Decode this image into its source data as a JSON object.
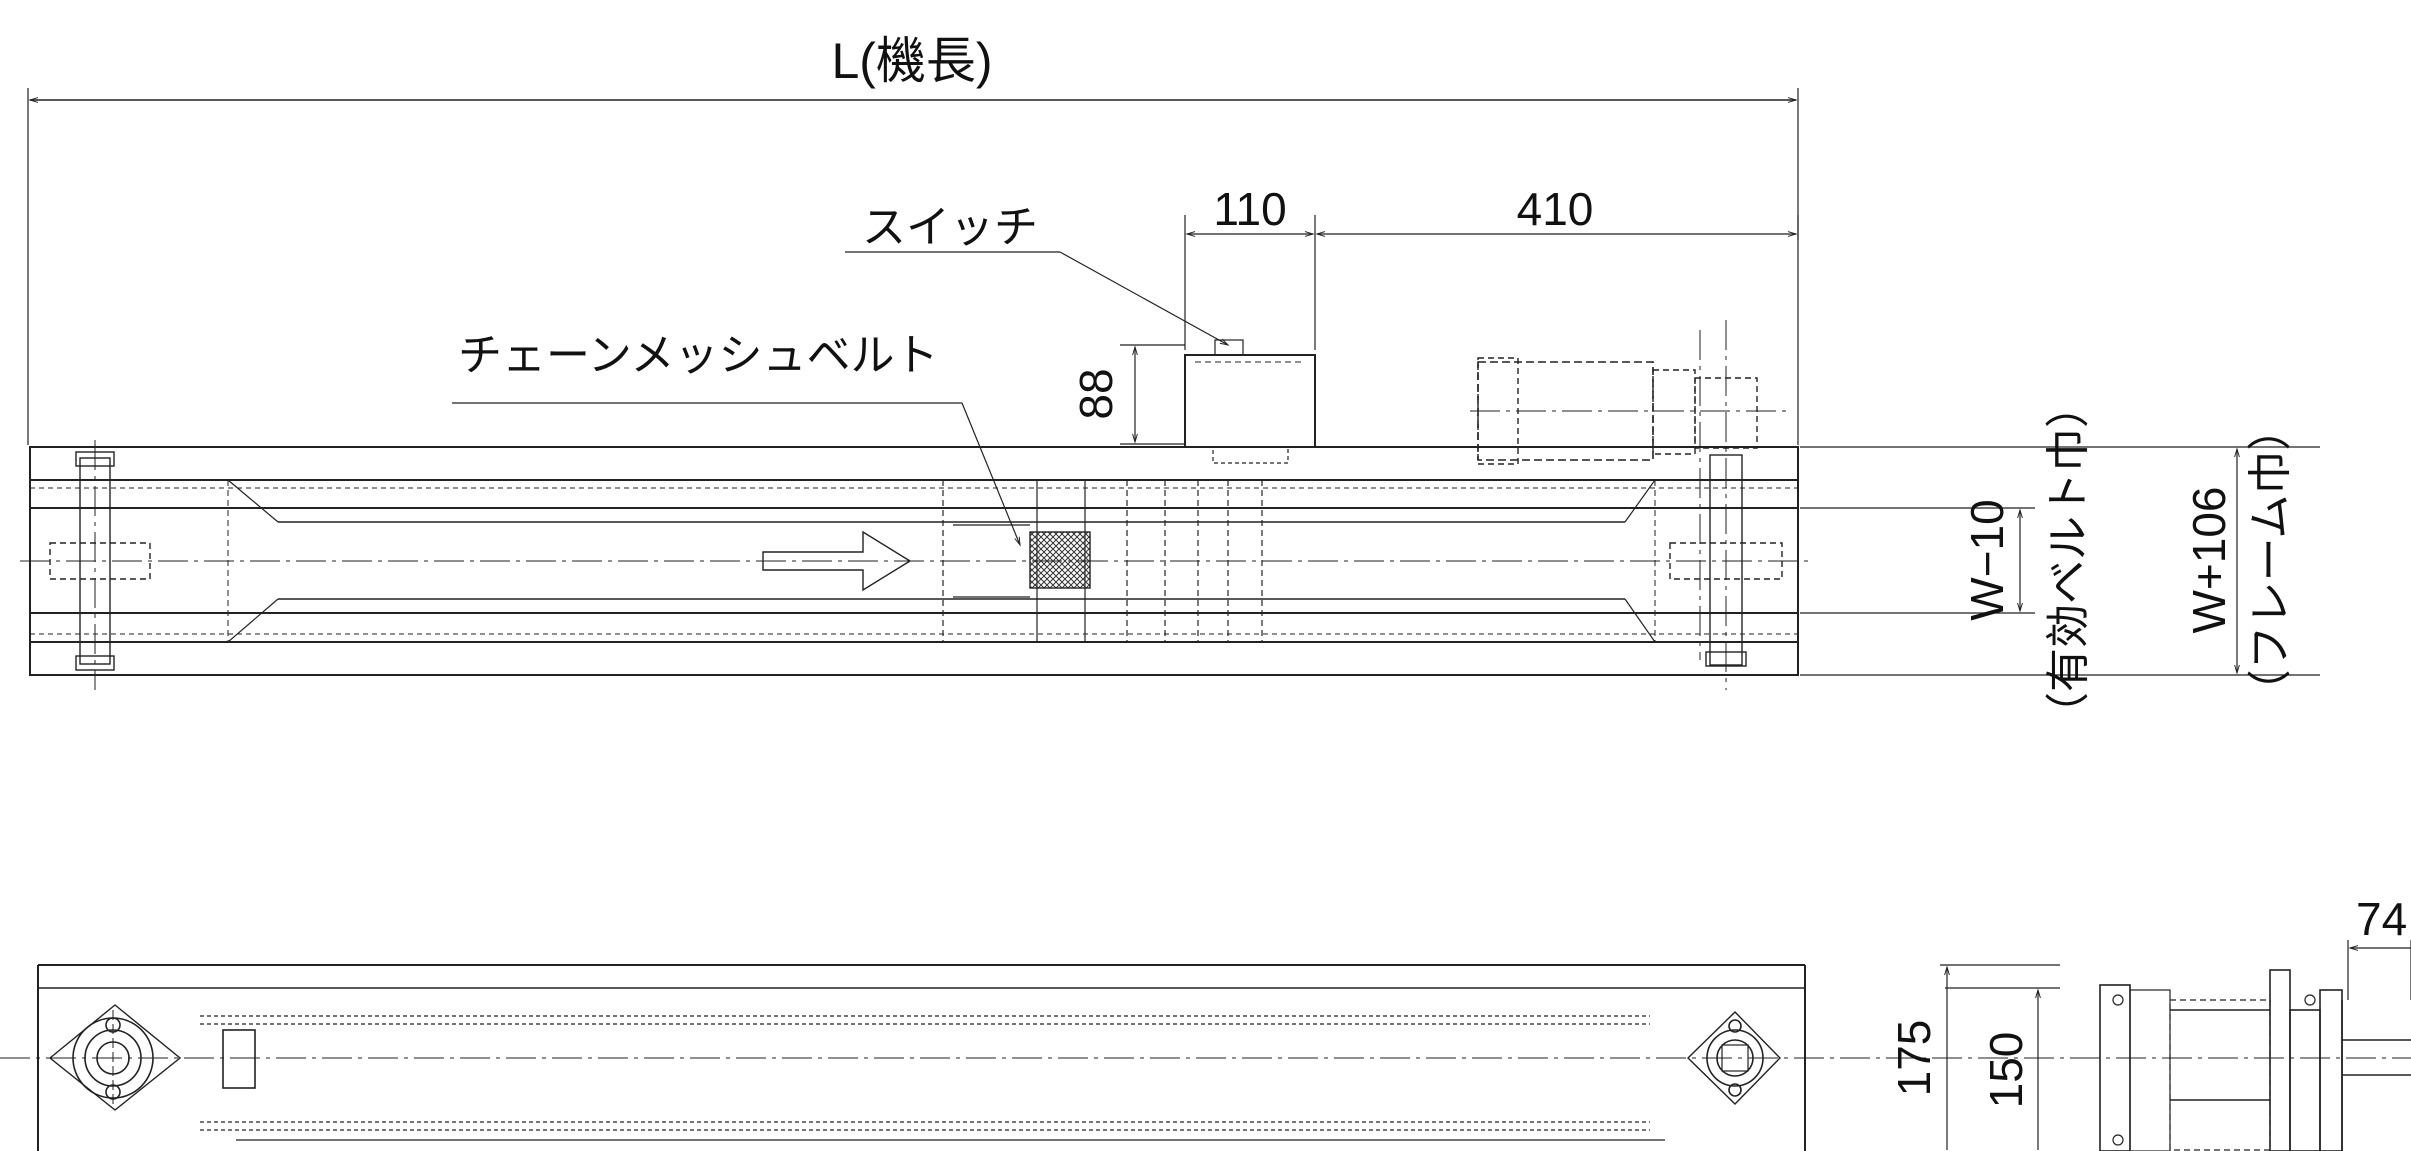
{
  "drawing": {
    "top_view": {
      "overall_length_label": "L(機長)",
      "motor_dims": {
        "switch_width": "110",
        "motor_offset": "410",
        "switch_height": "88"
      },
      "callouts": {
        "switch": "スイッチ",
        "belt": "チェーンメッシュベルト"
      },
      "width_dims": {
        "effective_belt": "W−10",
        "effective_belt_note": "（有効ベルト巾）",
        "frame_width": "W+106",
        "frame_width_note": "（フレーム巾）"
      }
    },
    "side_view": {
      "height_outer": "175",
      "height_inner": "150",
      "end_dim": "74"
    }
  }
}
